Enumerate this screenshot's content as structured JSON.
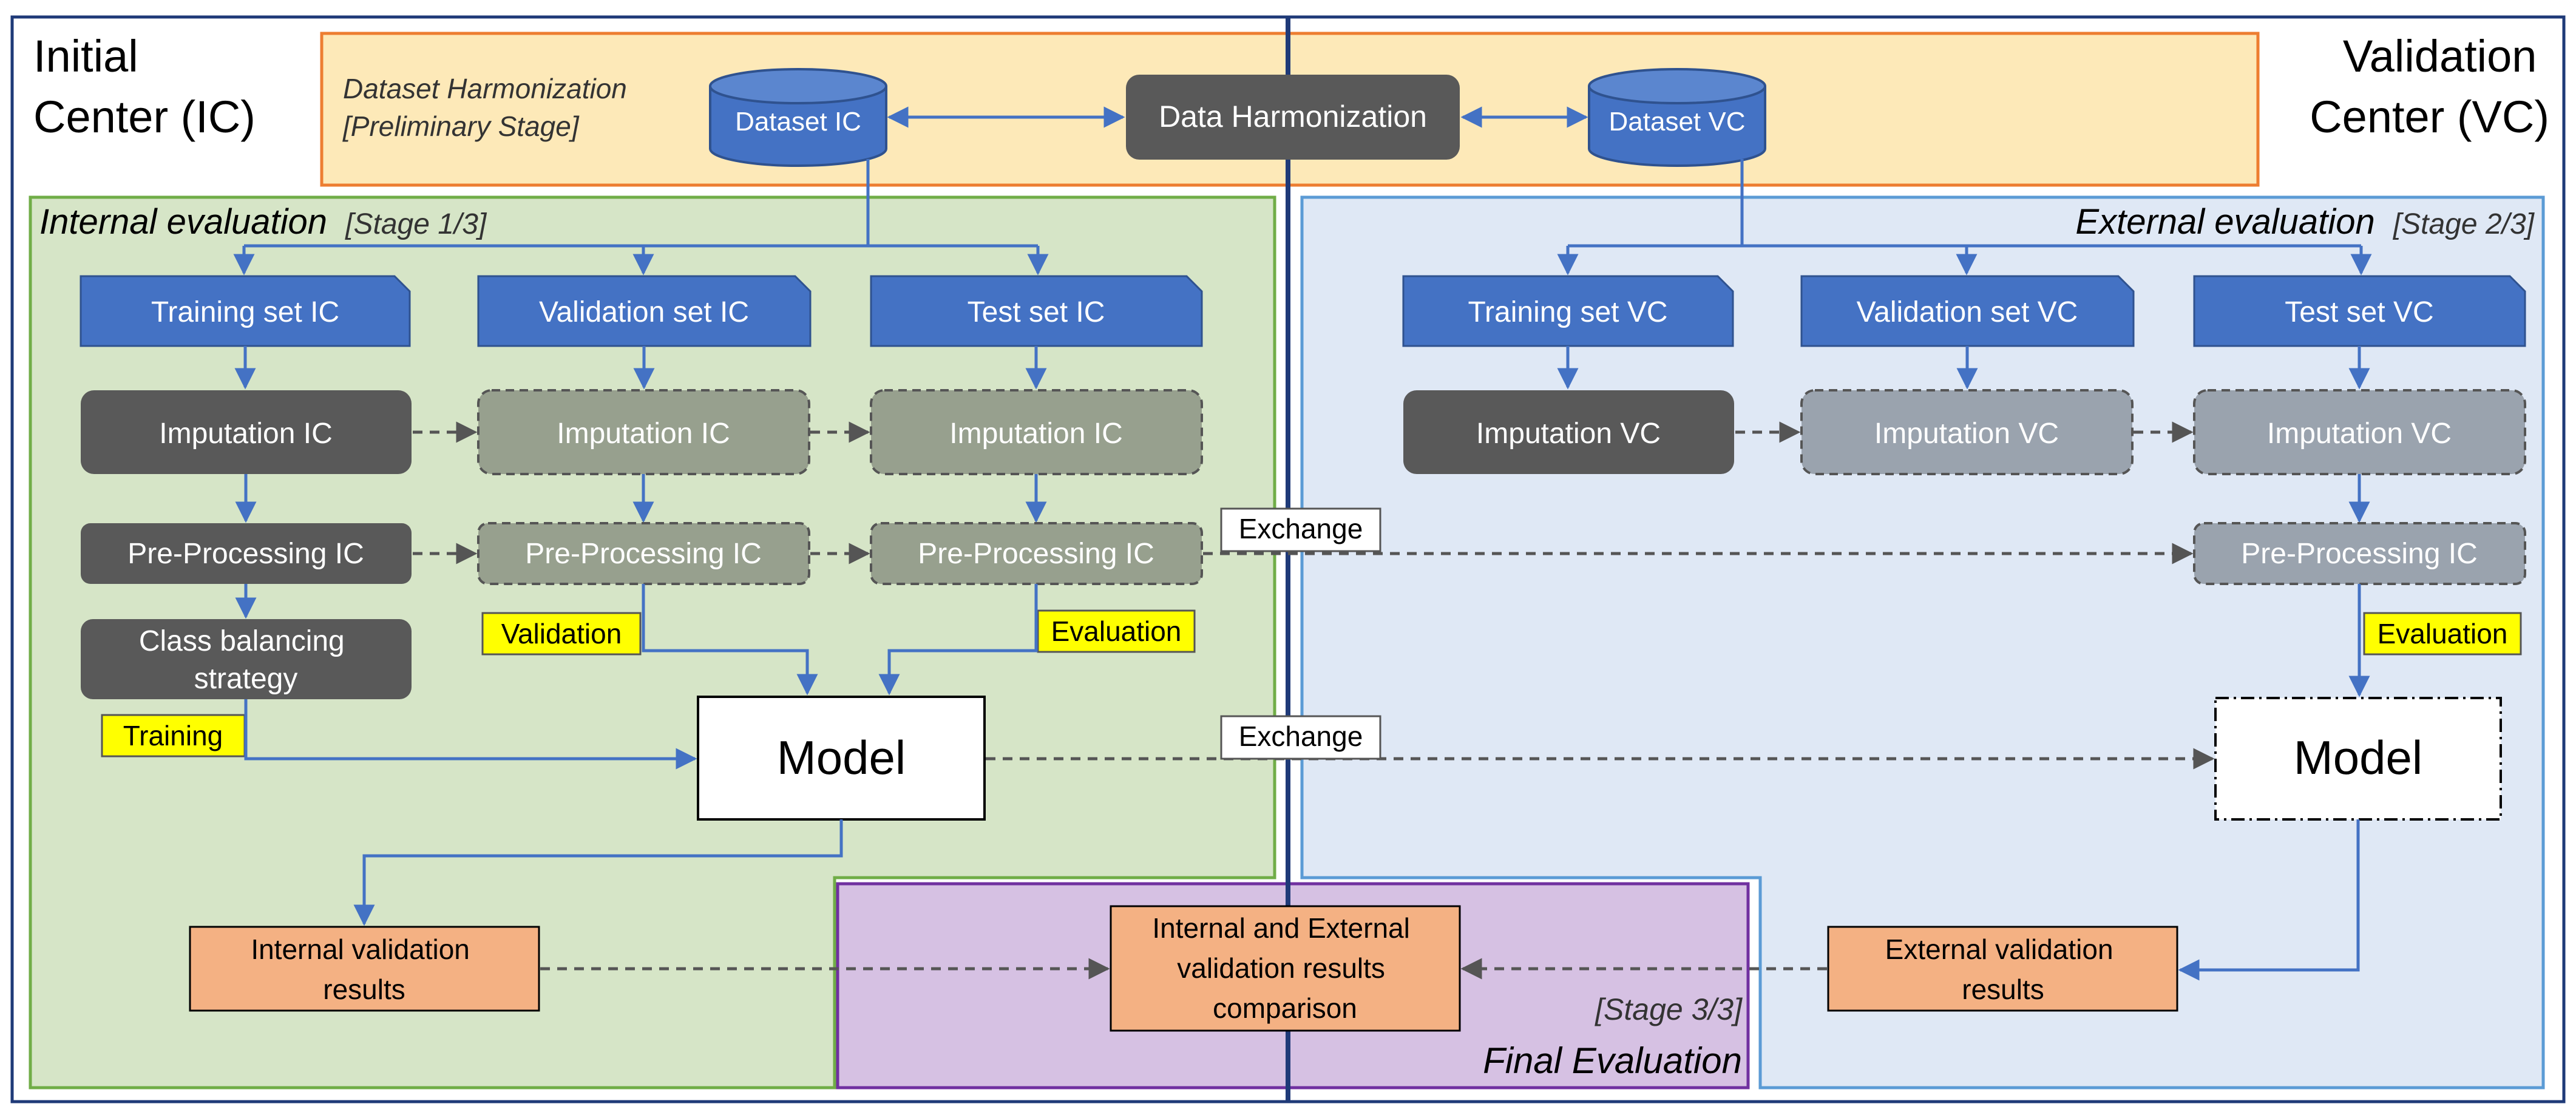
{
  "centers": {
    "initial": [
      "Initial",
      "Center (IC)"
    ],
    "validation": [
      "Validation",
      "Center (VC)"
    ]
  },
  "harmonization": {
    "stage_label": [
      "Dataset Harmonization",
      "[Preliminary Stage]"
    ],
    "dataset_ic": "Dataset IC",
    "process": "Data Harmonization",
    "dataset_vc": "Dataset VC"
  },
  "internal": {
    "title": "Internal evaluation",
    "stage": "[Stage 1/3]",
    "training_set": "Training set IC",
    "validation_set": "Validation set IC",
    "test_set": "Test set IC",
    "imputation": "Imputation IC",
    "preprocessing": "Pre-Processing IC",
    "class_balancing": [
      "Class balancing",
      "strategy"
    ],
    "model": "Model",
    "results": [
      "Internal validation",
      "results"
    ]
  },
  "external": {
    "title": "External evaluation",
    "stage": "[Stage 2/3]",
    "training_set": "Training set VC",
    "validation_set": "Validation set VC",
    "test_set": "Test set VC",
    "imputation": "Imputation VC",
    "preprocessing": "Pre-Processing IC",
    "model": "Model",
    "results": [
      "External validation",
      "results"
    ]
  },
  "final": {
    "stage": "[Stage 3/3]",
    "title": "Final Evaluation",
    "comparison": [
      "Internal and External",
      "validation results",
      "comparison"
    ]
  },
  "tags": {
    "validation": "Validation",
    "evaluation": "Evaluation",
    "training": "Training"
  },
  "exchange": "Exchange",
  "colors": {
    "blue": "#4472c4",
    "blue_border": "#2f528f",
    "dark_box": "#595959",
    "ghost_box": "#97a08e",
    "ghost_box_right": "#9aa3ae",
    "internal_bg": "#d6e5c7",
    "external_bg": "#dfe8f5",
    "final_bg": "#d6c1e3",
    "harmonization_bg": "#fde9b8",
    "results_bg": "#f4b183",
    "tag_yellow": "#ffff00",
    "frame": "#1f3a78"
  }
}
